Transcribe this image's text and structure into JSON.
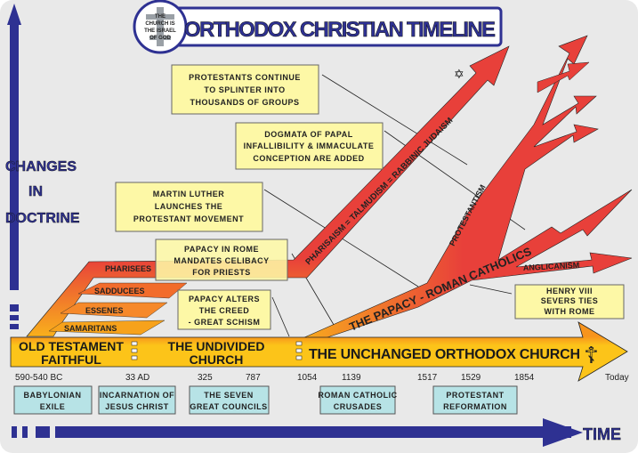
{
  "title": {
    "seal_text": [
      "THE",
      "CHURCH IS",
      "THE ISRAEL",
      "OF GOD"
    ],
    "heading": "ORTHODOX CHRISTIAN TIMELINE"
  },
  "y_axis_label": [
    "CHANGES",
    "IN",
    "DOCTRINE"
  ],
  "x_axis_label": "TIME",
  "eras": {
    "old_testament": [
      "OLD TESTAMENT",
      "FAITHFUL"
    ],
    "undivided": [
      "THE UNDIVIDED",
      "CHURCH"
    ],
    "orthodox": "THE UNCHANGED ORTHODOX CHURCH"
  },
  "sects": [
    "PHARISEES",
    "SADDUCEES",
    "ESSENES",
    "SAMARITANS"
  ],
  "branches": {
    "judaism": "PHARISAISM = TALMUDISM = RABBINIC JUDAISM",
    "papacy": "THE PAPACY - ROMAN CATHOLICS",
    "protestantism": "PROTESTANTISM",
    "anglicanism": "ANGLICANISM"
  },
  "callouts": [
    [
      "PROTESTANTS CONTINUE",
      "TO SPLINTER INTO",
      "THOUSANDS OF GROUPS"
    ],
    [
      "DOGMATA OF PAPAL",
      "INFALLIBILITY & IMMACULATE",
      "CONCEPTION ARE ADDED"
    ],
    [
      "MARTIN LUTHER",
      "LAUNCHES THE",
      "PROTESTANT MOVEMENT"
    ],
    [
      "PAPACY IN ROME",
      "MANDATES CELIBACY",
      "FOR PRIESTS"
    ],
    [
      "PAPACY ALTERS",
      "THE CREED",
      "- GREAT SCHISM"
    ],
    [
      "HENRY VIII",
      "SEVERS TIES",
      "WITH ROME"
    ]
  ],
  "dates": [
    "590-540 BC",
    "33 AD",
    "325",
    "787",
    "1054",
    "1139",
    "1517",
    "1529",
    "1854",
    "Today"
  ],
  "events": [
    [
      "BABYLONIAN",
      "EXILE"
    ],
    [
      "INCARNATION OF",
      "JESUS CHRIST"
    ],
    [
      "THE SEVEN",
      "GREAT COUNCILS"
    ],
    [
      "ROMAN CATHOLIC",
      "CRUSADES"
    ],
    [
      "PROTESTANT",
      "REFORMATION"
    ]
  ],
  "colors": {
    "blue": "#2e3192",
    "red": "#e8403a",
    "orange": "#f7a21b",
    "yellow": "#fcc419",
    "note": "#fdf8a6",
    "event": "#b7e3e6",
    "bg": "#e9e9e9"
  },
  "icons": [
    "star-of-david-icon",
    "orthodox-cross-icon"
  ]
}
